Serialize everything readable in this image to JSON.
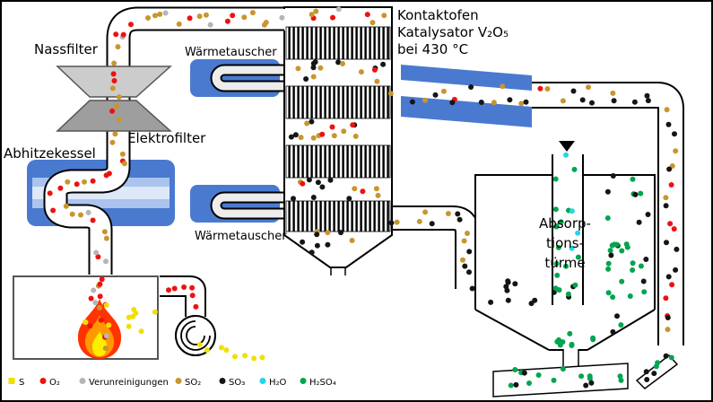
{
  "labels": {
    "nassfilter": "Nassfilter",
    "waermetauscher_top": "Wärmetauscher",
    "waermetauscher_bottom": "Wärmetauscher",
    "elektrofilter": "Elektrofilter",
    "abhitzekessel": "Abhitzekessel",
    "kontaktofen_line1": "Kontaktofen",
    "kontaktofen_line2": "Katalysator V₂O₅",
    "kontaktofen_line3": "bei 430 °C",
    "absorption_line1": "Absorp-",
    "absorption_line2": "tions-",
    "absorption_line3": "türme"
  },
  "legend": {
    "items": [
      {
        "key": "S",
        "label": "S",
        "color": "#f0e000",
        "marker": "square"
      },
      {
        "key": "O2",
        "label": "O₂",
        "color": "#ee1111",
        "marker": "circle"
      },
      {
        "key": "Verunreinigungen",
        "label": "Verunreinigungen",
        "color": "#b5b5b5",
        "marker": "circle"
      },
      {
        "key": "SO2",
        "label": "SO₂",
        "color": "#c9952e",
        "marker": "circle"
      },
      {
        "key": "SO3",
        "label": "SO₃",
        "color": "#151515",
        "marker": "circle"
      },
      {
        "key": "H2O",
        "label": "H₂O",
        "color": "#25d5e8",
        "marker": "circle"
      },
      {
        "key": "H2SO4",
        "label": "H₂SO₄",
        "color": "#00a54f",
        "marker": "circle"
      }
    ]
  },
  "palette": {
    "equipment_blue": "#4a7ad0",
    "stripe_light": "#aac4ee",
    "stripe_pale": "#dde8f8",
    "filter_light": "#cccccc",
    "filter_dark": "#9e9e9e",
    "flame_outer": "#ff3300",
    "flame_mid": "#ff9900",
    "flame_inner": "#ffee00"
  }
}
